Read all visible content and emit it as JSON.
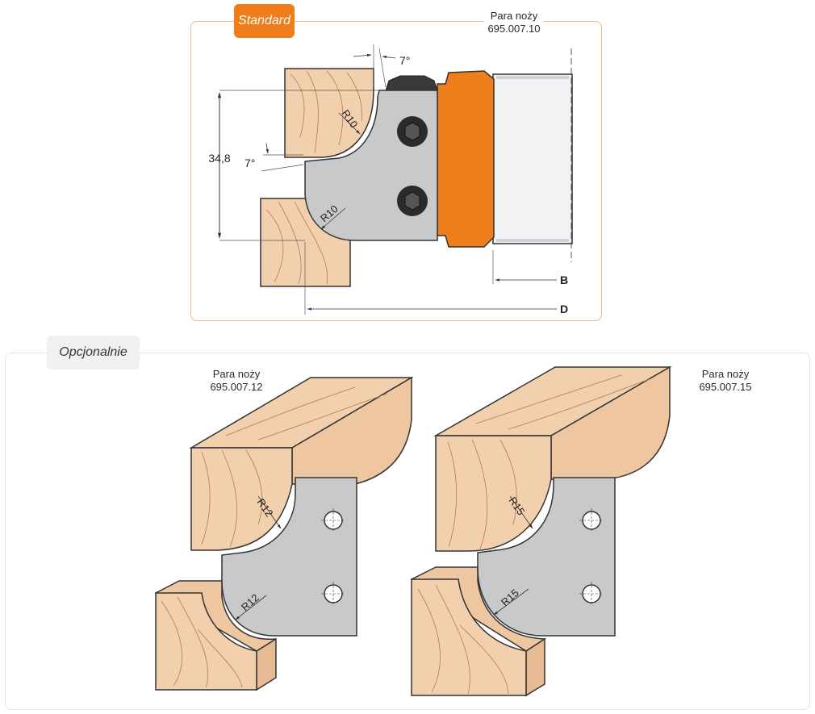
{
  "standard": {
    "badge": "Standard",
    "caption_line1": "Para noży",
    "caption_line2": "695.007.10",
    "angle_top": "7°",
    "angle_left": "7°",
    "dimension_height": "34,8",
    "radius_top": "R10",
    "radius_bottom": "R10",
    "dim_b": "B",
    "dim_d": "D"
  },
  "optional": {
    "badge": "Opcjonalnie",
    "left": {
      "caption_line1": "Para noży",
      "caption_line2": "695.007.12",
      "radius_top": "R12",
      "radius_bottom": "R12"
    },
    "right": {
      "caption_line1": "Para noży",
      "caption_line2": "695.007.15",
      "radius_top": "R15",
      "radius_bottom": "R15"
    }
  },
  "colors": {
    "accent_orange": "#ee7d1a",
    "wood": "#f2d0ae",
    "wood_grain": "#b07a56",
    "knife_grey": "#c8c9cb",
    "frame_border": "#f2b58a"
  }
}
